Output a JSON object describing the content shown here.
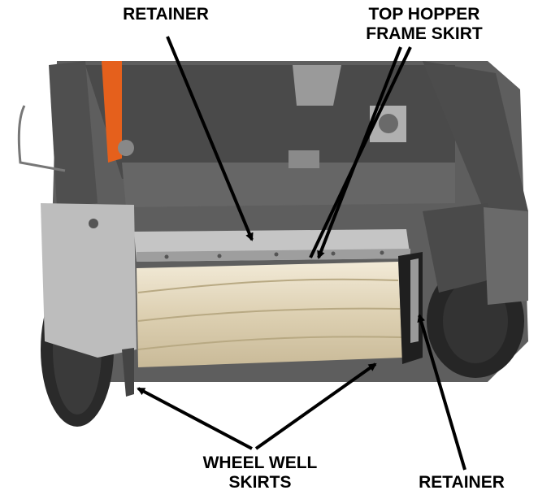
{
  "labels": {
    "retainer_top": "RETAINER",
    "top_hopper_line1": "TOP HOPPER",
    "top_hopper_line2": "FRAME SKIRT",
    "wheel_well_line1": "WHEEL WELL",
    "wheel_well_line2": "SKIRTS",
    "retainer_bottom": "RETAINER"
  },
  "colors": {
    "frame": "#5c5c5c",
    "frame_dark": "#3d3d3d",
    "panel_light": "#bdbdbd",
    "brush": "#e8dcc4",
    "orange_arm": "#e5601c",
    "tire": "#2a2a2a"
  }
}
